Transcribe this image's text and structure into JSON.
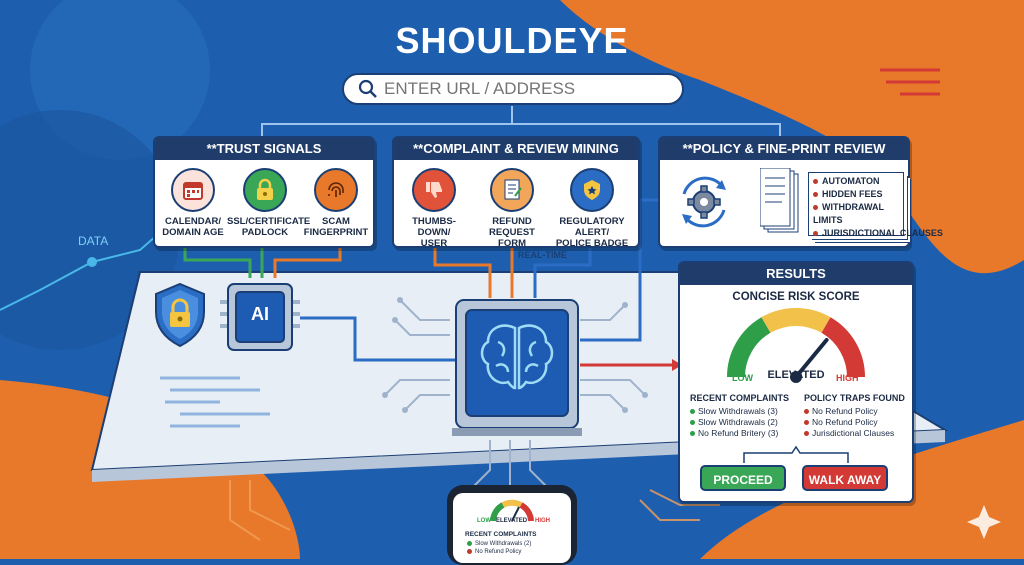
{
  "app": {
    "title": "SHOULDEYE"
  },
  "search": {
    "placeholder": "ENTER URL / ADDRESS"
  },
  "labels": {
    "data": "DATA",
    "realtime": "REAL-TIME",
    "ai_chip": "AI"
  },
  "panels": {
    "trust": {
      "title": "**TRUST SIGNALS",
      "items": [
        {
          "label": "CALENDAR/\nDOMAIN AGE",
          "icon": "calendar-icon"
        },
        {
          "label": "SSL/CERTIFICATE\nPADLOCK",
          "icon": "padlock-icon"
        },
        {
          "label": "SCAM\nFINGERPRINT",
          "icon": "fingerprint-icon"
        }
      ]
    },
    "complaint": {
      "title": "**COMPLAINT & REVIEW MINING",
      "items": [
        {
          "label": "THUMBS-DOWN/\nUSER",
          "icon": "thumbs-down-icon"
        },
        {
          "label": "REFUND\nREQUEST FORM",
          "icon": "document-icon"
        },
        {
          "label": "REGULATORY ALERT/\nPOLICE BADGE",
          "icon": "badge-icon"
        }
      ]
    },
    "policy": {
      "title": "**POLICY & FINE-PRINT REVIEW",
      "items": [
        "AUTOMATON",
        "HIDDEN FEES",
        "WITHDRAWAL LIMITS",
        "JURISDICTIONAL CLAUSES"
      ]
    }
  },
  "results": {
    "title": "RESULTS",
    "subtitle": "CONCISE RISK SCORE",
    "gauge": {
      "low": "LOW",
      "value": "ELEVATED",
      "high": "HIGH",
      "level": 0.72
    },
    "complaints": {
      "heading": "RECENT COMPLAINTS",
      "items": [
        "Slow Withdrawals (3)",
        "Slow Withdrawals (2)",
        "No Refund Britery (3)"
      ]
    },
    "traps": {
      "heading": "POLICY TRAPS FOUND",
      "items": [
        "No Refund Policy",
        "No Refund Policy",
        "Jurisdictional Clauses"
      ]
    },
    "buttons": {
      "proceed": "PROCEED",
      "walk_away": "WALK AWAY"
    }
  },
  "phone": {
    "gauge": {
      "low": "LOW",
      "value": "ELEVATED",
      "high": "HIGH"
    },
    "heading": "RECENT COMPLAINTS",
    "items": [
      "Slow Withdrawals (2)",
      "No Refund Policy"
    ]
  },
  "colors": {
    "blue_bg": "#1d5fae",
    "orange_bg": "#e8782a",
    "navy": "#1f3c6a",
    "proceed": "#3aa757",
    "walk_away": "#d33a36"
  }
}
